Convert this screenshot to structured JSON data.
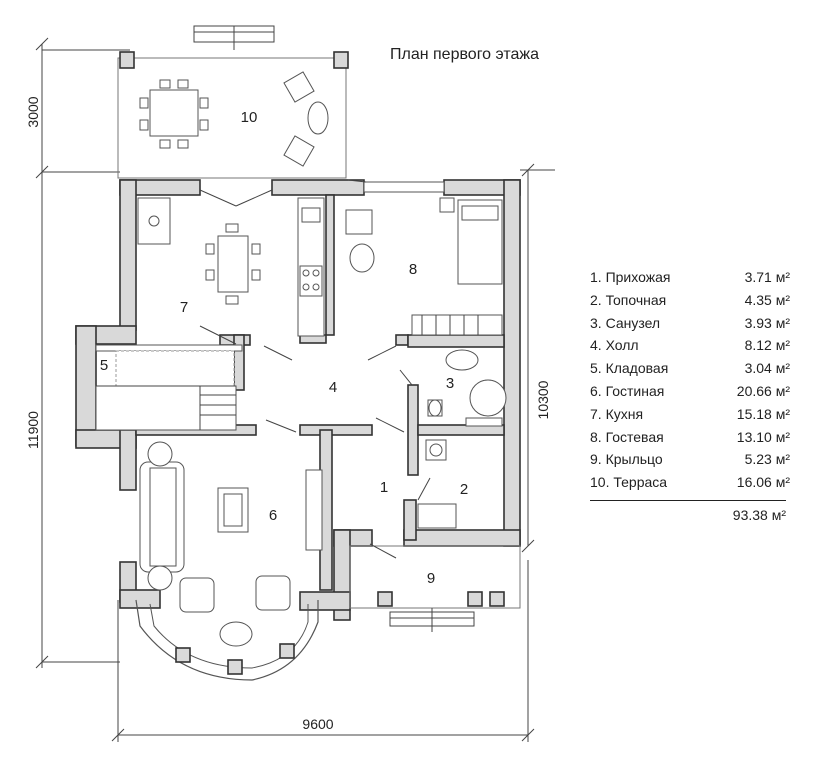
{
  "title": "План первого этажа",
  "rooms": [
    {
      "num": "1",
      "name": "Прихожая",
      "area": "3.71 м²"
    },
    {
      "num": "2",
      "name": "Топочная",
      "area": "4.35 м²"
    },
    {
      "num": "3",
      "name": "Санузел",
      "area": "3.93 м²"
    },
    {
      "num": "4",
      "name": "Холл",
      "area": "8.12 м²"
    },
    {
      "num": "5",
      "name": "Кладовая",
      "area": "3.04 м²"
    },
    {
      "num": "6",
      "name": "Гостиная",
      "area": "20.66 м²"
    },
    {
      "num": "7",
      "name": "Кухня",
      "area": "15.18 м²"
    },
    {
      "num": "8",
      "name": "Гостевая",
      "area": "13.10 м²"
    },
    {
      "num": "9",
      "name": "Крыльцо",
      "area": "5.23 м²"
    },
    {
      "num": "10",
      "name": "Терраса",
      "area": "16.06 м²"
    }
  ],
  "legend_rows": [
    {
      "label": "1. Прихожая",
      "area": "3.71 м²"
    },
    {
      "label": "2. Топочная",
      "area": "4.35 м²"
    },
    {
      "label": "3. Санузел",
      "area": "3.93 м²"
    },
    {
      "label": "4. Холл",
      "area": "8.12 м²"
    },
    {
      "label": "5. Кладовая",
      "area": "3.04 м²"
    },
    {
      "label": "6. Гостиная",
      "area": "20.66 м²"
    },
    {
      "label": "7. Кухня",
      "area": "15.18 м²"
    },
    {
      "label": "8. Гостевая",
      "area": "13.10 м²"
    },
    {
      "label": "9. Крыльцо",
      "area": "5.23 м²"
    },
    {
      "label": "10. Терраса",
      "area": "16.06 м²"
    }
  ],
  "total_area": "93.38 м²",
  "dimensions": {
    "terrace_depth": "3000",
    "house_depth": "11900",
    "right_depth": "10300",
    "width": "9600"
  },
  "colors": {
    "wall_fill": "#d9d9d9",
    "line": "#333333",
    "background": "#ffffff"
  }
}
